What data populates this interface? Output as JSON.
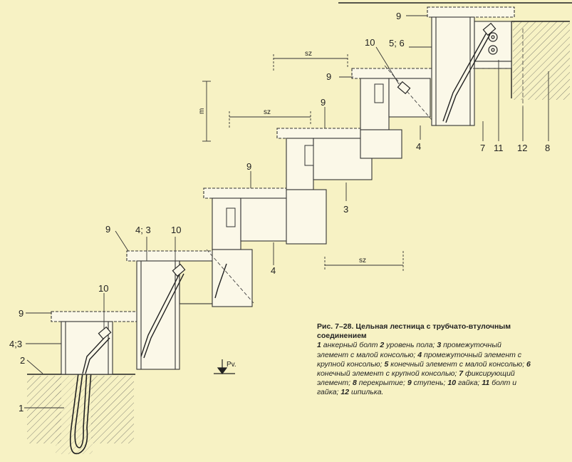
{
  "labels": {
    "l1": "1",
    "l2": "2",
    "l3": "3",
    "l4a": "4",
    "l4b": "4",
    "l43a": "4;3",
    "l43b": "4; 3",
    "l56": "5; 6",
    "l7": "7",
    "l8": "8",
    "l9a": "9",
    "l9b": "9",
    "l9c": "9",
    "l9d": "9",
    "l9e": "9",
    "l9f": "9",
    "l10a": "10",
    "l10b": "10",
    "l10c": "10",
    "l11": "11",
    "l12": "12"
  },
  "dimensions": {
    "sz1": "sz",
    "sz2": "sz",
    "sz3": "sz",
    "m": "m",
    "pv": "Pv."
  },
  "caption": {
    "title": "Рис. 7–28. Цельная лестница с трубчато-втулочным соединением",
    "items": [
      {
        "num": "1",
        "text": "анкерный болт"
      },
      {
        "num": "2",
        "text": "уровень пола;"
      },
      {
        "num": "3",
        "text": "промежуточный элемент с малой консолью;"
      },
      {
        "num": "4",
        "text": "промежуточный элемент с крупной консолью;"
      },
      {
        "num": "5",
        "text": "конечный элемент с малой консолью;"
      },
      {
        "num": "6",
        "text": "конечный элемент с крупной консолью;"
      },
      {
        "num": "7",
        "text": "фиксирующий элемент;"
      },
      {
        "num": "8",
        "text": "перекрытие;"
      },
      {
        "num": "9",
        "text": "ступень;"
      },
      {
        "num": "10",
        "text": "гайка;"
      },
      {
        "num": "11",
        "text": "болт и гайка;"
      },
      {
        "num": "12",
        "text": "шпилька."
      }
    ]
  },
  "colors": {
    "background": "#f7f2c4",
    "line": "#2a2a2a",
    "panel": "#fbf8e8"
  }
}
